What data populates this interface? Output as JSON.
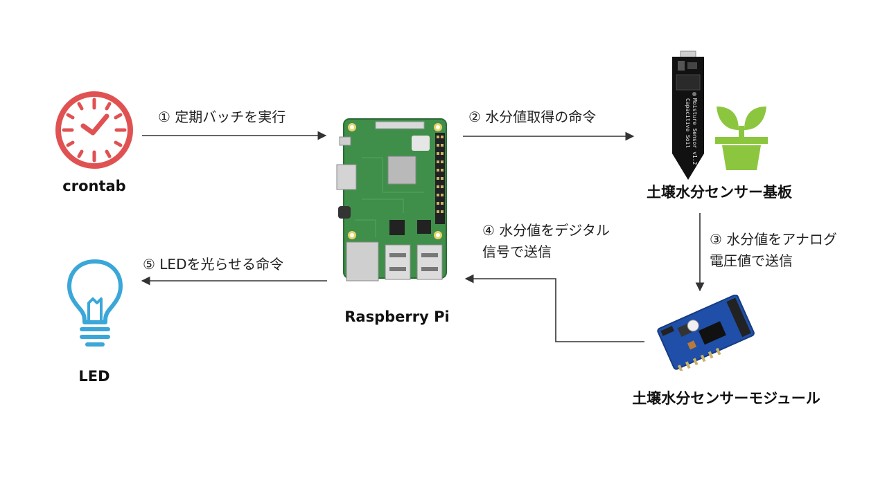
{
  "nodes": {
    "crontab": {
      "label": "crontab",
      "icon": "clock-icon",
      "color": "#e05252"
    },
    "raspberry_pi": {
      "label": "Raspberry Pi",
      "icon": "raspberry-pi-board"
    },
    "sensor_board": {
      "label": "土壌水分センサー基板",
      "icon": "capacitive-soil-sensor",
      "board_text_1": "Capacitive Soil",
      "board_text_2": "Moisture Sensor v1.2"
    },
    "plant": {
      "icon": "plant-pot-icon",
      "color": "#8cc63f"
    },
    "sensor_module": {
      "label": "土壌水分センサーモジュール",
      "icon": "adc-module"
    },
    "led": {
      "label": "LED",
      "icon": "lightbulb-icon",
      "color": "#3aa7d8"
    }
  },
  "arrows": {
    "step1": "① 定期バッチを実行",
    "step2": "② 水分値取得の命令",
    "step3_line1": "③ 水分値をアナログ",
    "step3_line2": "電圧値で送信",
    "step4_line1": "④ 水分値をデジタル",
    "step4_line2": "信号で送信",
    "step5": "⑤ LEDを光らせる命令"
  }
}
